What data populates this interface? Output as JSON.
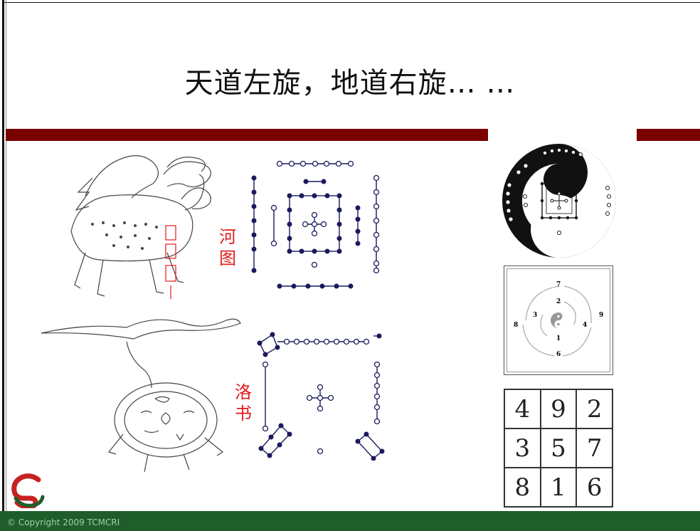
{
  "slide": {
    "title": "天道左旋，地道右旋… …",
    "copyright": "© Copyright 2009 TCMCRI",
    "colors": {
      "bar": "#7a0000",
      "footer": "#1f5e2b",
      "label": "#e21a1a",
      "dot": "#1a1a5e"
    }
  },
  "labels": {
    "hetu_1": "河",
    "hetu_2": "图",
    "luoshu_1": "洛",
    "luoshu_2": "书"
  },
  "bagua_numbers": {
    "n7": "7",
    "n2": "2",
    "n9": "9",
    "n8": "8",
    "n3": "3",
    "n4": "4",
    "n1": "1",
    "n6": "6"
  },
  "magic_square": {
    "cells": [
      "4",
      "9",
      "2",
      "3",
      "5",
      "7",
      "8",
      "1",
      "6"
    ]
  },
  "icons": [
    "dragon-horse-illustration",
    "turtle-illustration",
    "hetu-diagram",
    "luoshu-diagram",
    "yinyang-circle-diagram",
    "taiji-icon",
    "tcmcri-logo-icon"
  ]
}
